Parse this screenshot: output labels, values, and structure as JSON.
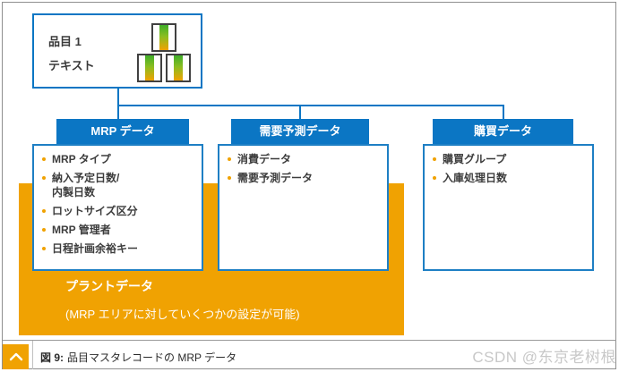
{
  "colors": {
    "header_blue": "#0b76c4",
    "plant_orange": "#f0a202",
    "stripe_green": "#3fae29",
    "stripe_amber": "#edaa00",
    "watermark_gray": "#c8c8c8"
  },
  "item_box": {
    "line1": "品目 1",
    "line2": "テキスト",
    "icon": "stacked-material-boxes"
  },
  "columns": [
    {
      "header": "MRP データ",
      "items": [
        "MRP タイプ",
        "納入予定日数/\n内製日数",
        "ロットサイズ区分",
        "MRP 管理者",
        "日程計画余裕キー"
      ]
    },
    {
      "header": "需要予測データ",
      "items": [
        "消費データ",
        "需要予測データ"
      ]
    },
    {
      "header": "購買データ",
      "items": [
        "購買グループ",
        "入庫処理日数"
      ]
    }
  ],
  "plant_area": {
    "title": "プラントデータ",
    "note": "(MRP エリアに対していくつかの設定が可能)"
  },
  "caption": {
    "figure_label": "図 9:",
    "text": "品目マスタレコードの MRP データ",
    "collapse_icon": "chevron-up-icon"
  },
  "watermark": "CSDN @东京老树根"
}
